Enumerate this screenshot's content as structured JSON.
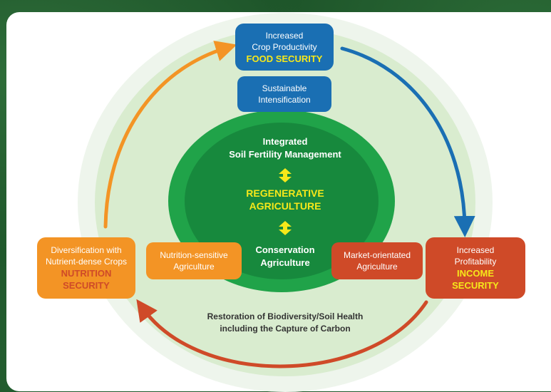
{
  "top_box": {
    "line1": "Increased",
    "line2": "Crop Productivity",
    "highlight": "FOOD SECURITY",
    "color": "#1a6fb3"
  },
  "sustainable_box": {
    "line1": "Sustainable",
    "line2": "Intensification",
    "color": "#1a6fb3"
  },
  "center": {
    "isfm_line1": "Integrated",
    "isfm_line2": "Soil Fertility Management",
    "regen_line1": "REGENERATIVE",
    "regen_line2": "AGRICULTURE",
    "ca_line1": "Conservation",
    "ca_line2": "Agriculture"
  },
  "left_inner_box": {
    "line1": "Nutrition-sensitive",
    "line2": "Agriculture",
    "color": "#f39425"
  },
  "right_inner_box": {
    "line1": "Market-orientated",
    "line2": "Agriculture",
    "color": "#cf4a28"
  },
  "left_box": {
    "line1": "Diversification with",
    "line2": "Nutrient-dense Crops",
    "highlight1": "NUTRITION",
    "highlight2": "SECURITY",
    "color": "#f39425"
  },
  "right_box": {
    "line1": "Increased",
    "line2": "Profitability",
    "highlight1": "INCOME",
    "highlight2": "SECURITY",
    "color": "#cf4a28"
  },
  "caption": {
    "line1": "Restoration of Biodiversity/Soil Health",
    "line2": "including the Capture of Carbon"
  },
  "icons": [
    "double-arrow-icon",
    "double-arrow-icon"
  ],
  "arrow_colors": {
    "blue": "#1a6fb3",
    "red": "#cf4a28",
    "orange": "#f39425"
  },
  "highlight_color": "#f6e81a"
}
